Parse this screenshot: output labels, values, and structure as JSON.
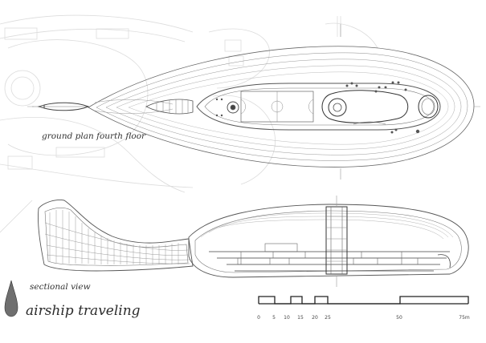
{
  "drawing": {
    "plan_label": "ground plan fourth floor",
    "section_label": "sectional view",
    "project_title": "airship traveling"
  },
  "scale_bar": {
    "ticks": [
      "0",
      "5",
      "10",
      "15",
      "20",
      "25",
      "50",
      "75m"
    ]
  },
  "colors": {
    "line": "#555555",
    "faint": "#d9d9d9",
    "ink": "#333333"
  }
}
